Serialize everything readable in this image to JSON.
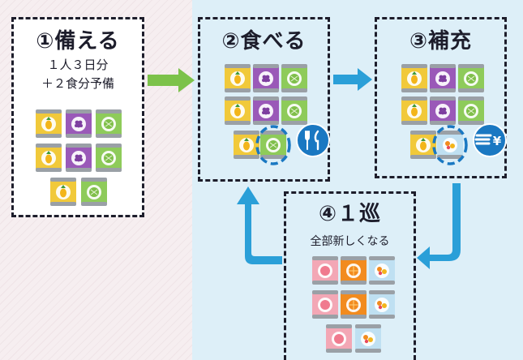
{
  "steps": [
    {
      "id": "prepare",
      "title": "①備える",
      "lines": [
        "１人３日分",
        "＋２食分予備"
      ]
    },
    {
      "id": "eat",
      "title": "②食べる"
    },
    {
      "id": "refill",
      "title": "③補充"
    },
    {
      "id": "cycle",
      "title": "④１巡",
      "lines": [
        "全部新しくなる"
      ]
    }
  ],
  "colors": {
    "dash_border": "#1d1d2b",
    "panel_bg": "#ddeff8",
    "green_arrow": "#7cc24a",
    "blue_arrow": "#2a9fd8",
    "badge": "#1a78c2",
    "pineapple_can": "#f1c93a",
    "grape_can": "#9a59b8",
    "melon_can": "#8ecb5a",
    "peach_can": "#f3a7b5",
    "orange_can": "#f28b1e",
    "mixed_can": "#bfe0f2"
  },
  "icons": {
    "eat_badge": "fork-knife-icon",
    "refill_badge": "hand-yen-icon",
    "yen_symbol": "¥"
  }
}
